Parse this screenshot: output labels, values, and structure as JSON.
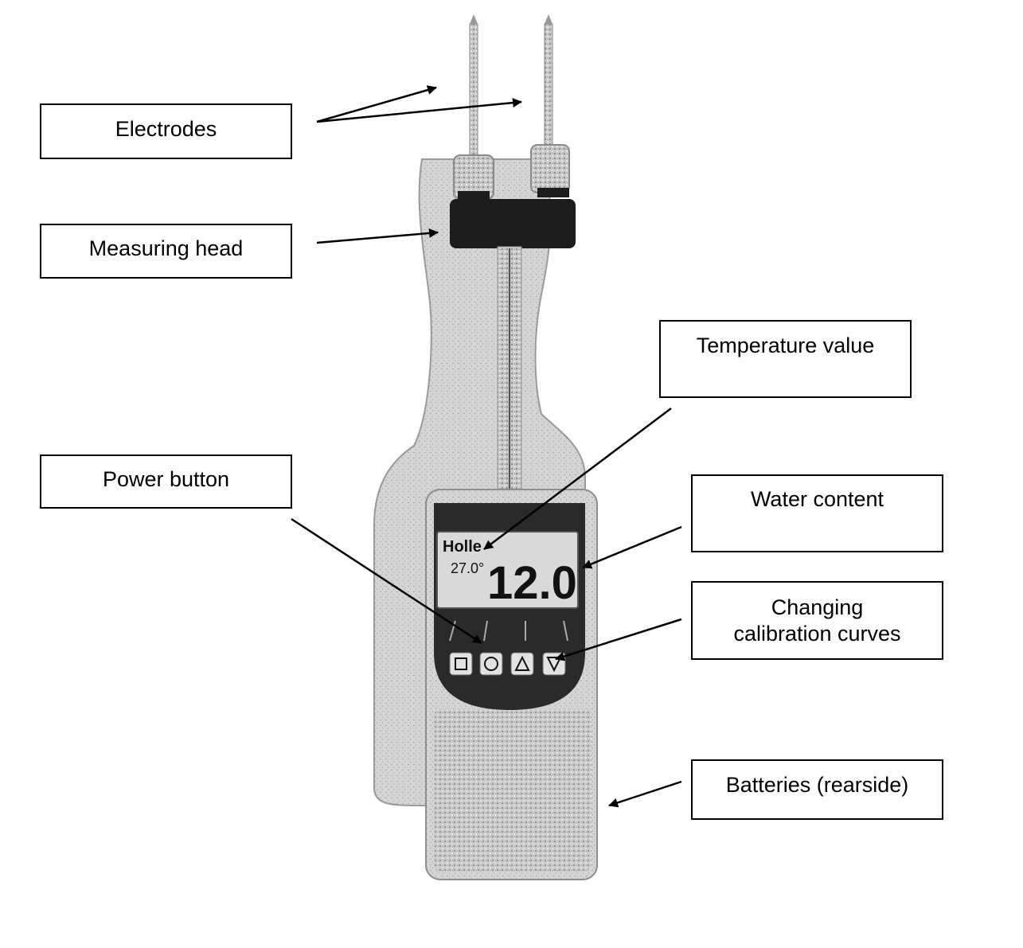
{
  "labels": {
    "electrodes": "Electrodes",
    "measuring_head": "Measuring head",
    "temperature_value": "Temperature value",
    "power_button": "Power button",
    "water_content": "Water content",
    "changing_calibration_line1": "Changing",
    "changing_calibration_line2": "calibration curves",
    "batteries": "Batteries (rearside)"
  },
  "device": {
    "brand": "Holle",
    "temperature_reading": "27.0°",
    "water_content_reading": "12.0",
    "buttons": [
      "□",
      "○",
      "△",
      "▽"
    ]
  },
  "colors": {
    "body": "#c8c8c8",
    "body_dark": "#a9a9a9",
    "faceplate": "#2a2a2a",
    "lcd": "#d9d9d9",
    "head_ring": "#1c1c1c",
    "line": "#000000"
  }
}
